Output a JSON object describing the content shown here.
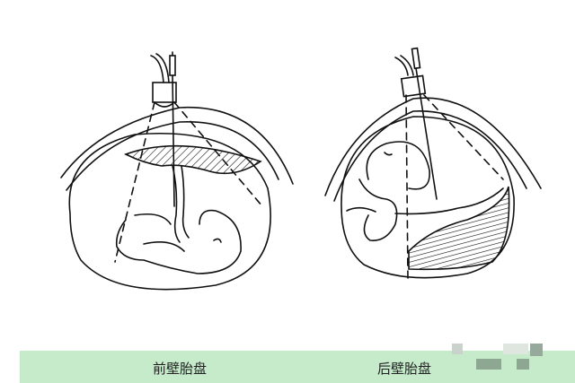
{
  "diagram": {
    "panels": [
      {
        "id": "anterior",
        "label": "前壁胎盘",
        "description": "Ultrasound probe and needle over uterus with placenta on anterior (front) wall, fetus below"
      },
      {
        "id": "posterior",
        "label": "后壁胎盘",
        "description": "Ultrasound probe and needle over uterus with placenta on posterior (back) wall, fetus above"
      }
    ],
    "caption_bar_color": "#c5ebcb",
    "line_color": "#111111",
    "watermark": "pixelated watermark block"
  }
}
